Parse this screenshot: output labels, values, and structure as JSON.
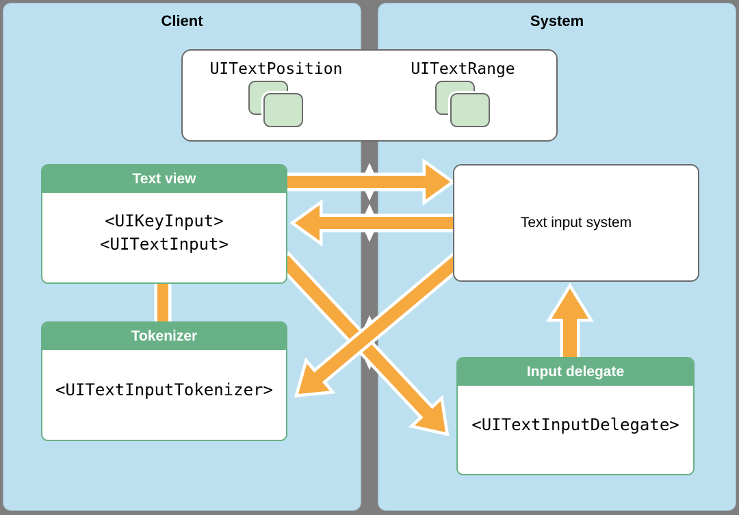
{
  "diagram": {
    "left_panel_title": "Client",
    "right_panel_title": "System",
    "types_box": {
      "items": [
        {
          "label": "UITextPosition",
          "icon": "stacked-class-icon"
        },
        {
          "label": "UITextRange",
          "icon": "stacked-class-icon"
        }
      ]
    },
    "text_view": {
      "title": "Text view",
      "protocols": [
        "<UIKeyInput>",
        "<UITextInput>"
      ]
    },
    "tokenizer": {
      "title": "Tokenizer",
      "protocols": [
        "<UITextInputTokenizer>"
      ]
    },
    "input_delegate": {
      "title": "Input delegate",
      "protocols": [
        "<UITextInputDelegate>"
      ]
    },
    "text_input_system": {
      "label": "Text input system"
    },
    "connections": [
      {
        "from": "text-view",
        "to": "text-input-system",
        "style": "arrow"
      },
      {
        "from": "text-input-system",
        "to": "text-view",
        "style": "arrow"
      },
      {
        "from": "text-view",
        "to": "input-delegate",
        "style": "arrow"
      },
      {
        "from": "text-input-system",
        "to": "tokenizer",
        "style": "arrow"
      },
      {
        "from": "text-view",
        "to": "tokenizer",
        "style": "line"
      },
      {
        "from": "input-delegate",
        "to": "text-input-system",
        "style": "arrow"
      }
    ]
  },
  "colors": {
    "panel_blue": "#BCE0EF",
    "divider_gray": "#7E7E7E",
    "box_green": "#68B187",
    "icon_green": "#CDE5CA",
    "border_gray": "#6B6B6B",
    "arrow_orange": "#F6A93F",
    "arrow_outline": "#FFFFFF"
  }
}
